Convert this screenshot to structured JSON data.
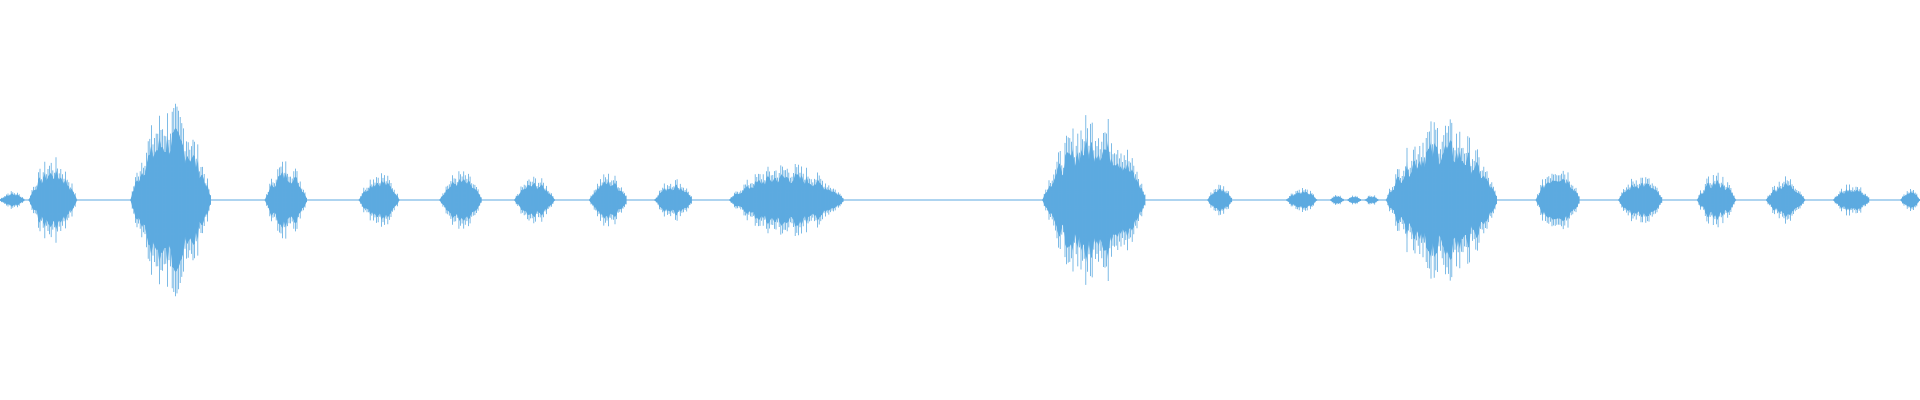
{
  "waveform": {
    "color": "#5DAAE0",
    "background": "#FFFFFF",
    "segments": [
      {
        "start": 0.0,
        "end": 0.013,
        "amp": 0.05
      },
      {
        "start": 0.015,
        "end": 0.04,
        "amp": 0.23
      },
      {
        "start": 0.068,
        "end": 0.11,
        "amp": 0.52
      },
      {
        "start": 0.138,
        "end": 0.16,
        "amp": 0.22
      },
      {
        "start": 0.187,
        "end": 0.208,
        "amp": 0.16
      },
      {
        "start": 0.229,
        "end": 0.251,
        "amp": 0.16
      },
      {
        "start": 0.268,
        "end": 0.289,
        "amp": 0.13
      },
      {
        "start": 0.307,
        "end": 0.327,
        "amp": 0.15
      },
      {
        "start": 0.341,
        "end": 0.361,
        "amp": 0.12
      },
      {
        "start": 0.38,
        "end": 0.44,
        "amp": 0.2
      },
      {
        "start": 0.543,
        "end": 0.597,
        "amp": 0.47
      },
      {
        "start": 0.629,
        "end": 0.642,
        "amp": 0.09
      },
      {
        "start": 0.67,
        "end": 0.686,
        "amp": 0.07
      },
      {
        "start": 0.693,
        "end": 0.7,
        "amp": 0.03
      },
      {
        "start": 0.702,
        "end": 0.709,
        "amp": 0.03
      },
      {
        "start": 0.711,
        "end": 0.718,
        "amp": 0.03
      },
      {
        "start": 0.722,
        "end": 0.78,
        "amp": 0.44
      },
      {
        "start": 0.8,
        "end": 0.823,
        "amp": 0.21
      },
      {
        "start": 0.843,
        "end": 0.866,
        "amp": 0.14
      },
      {
        "start": 0.884,
        "end": 0.904,
        "amp": 0.15
      },
      {
        "start": 0.92,
        "end": 0.94,
        "amp": 0.13
      },
      {
        "start": 0.955,
        "end": 0.974,
        "amp": 0.09
      },
      {
        "start": 0.99,
        "end": 1.0,
        "amp": 0.06
      }
    ]
  }
}
